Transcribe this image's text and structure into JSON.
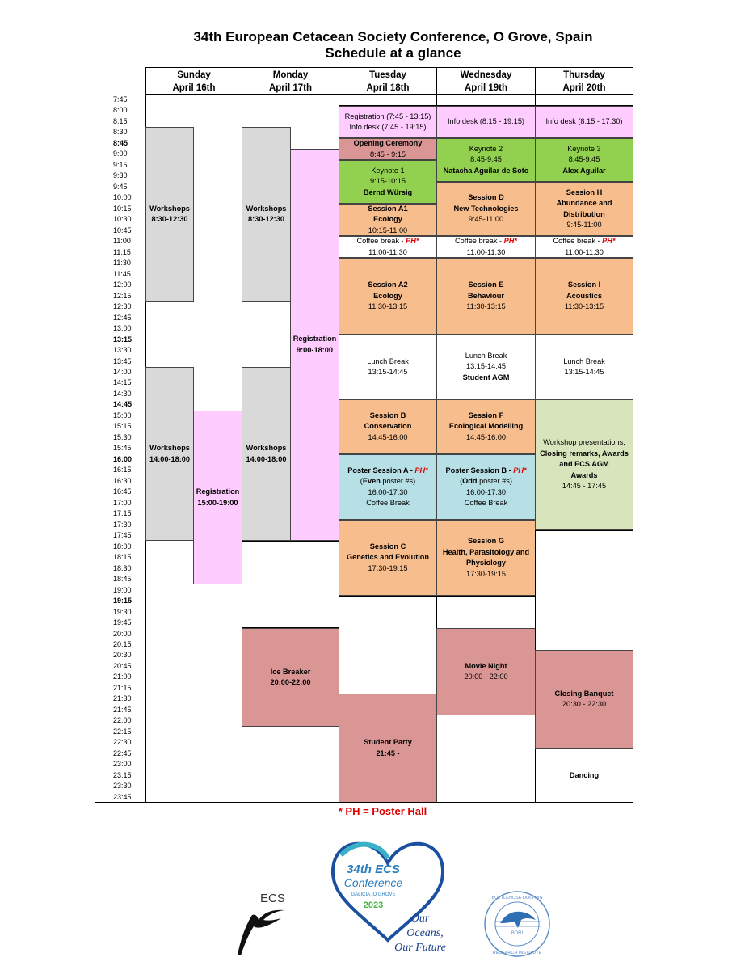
{
  "header": {
    "title_line1": "34th European Cetacean Society Conference, O Grove, Spain",
    "title_line2": "Schedule at a glance"
  },
  "days": [
    {
      "name": "Sunday",
      "date": "April 16th"
    },
    {
      "name": "Monday",
      "date": "April 17th"
    },
    {
      "name": "Tuesday",
      "date": "April 18th"
    },
    {
      "name": "Wednesday",
      "date": "April 19th"
    },
    {
      "name": "Thursday",
      "date": "April 20th"
    }
  ],
  "times": [
    "7:45",
    "8:00",
    "8:15",
    "8:30",
    "8:45",
    "9:00",
    "9:15",
    "9:30",
    "9:45",
    "10:00",
    "10:15",
    "10:30",
    "10:45",
    "11:00",
    "11:15",
    "11:30",
    "11:45",
    "12:00",
    "12:15",
    "12:30",
    "12:45",
    "13:00",
    "13:15",
    "13:30",
    "13:45",
    "14:00",
    "14:15",
    "14:30",
    "14:45",
    "15:00",
    "15:15",
    "15:30",
    "15:45",
    "16:00",
    "16:15",
    "16:30",
    "16:45",
    "17:00",
    "17:15",
    "17:30",
    "17:45",
    "18:00",
    "18:15",
    "18:30",
    "18:45",
    "19:00",
    "19:15",
    "19:30",
    "19:45",
    "20:00",
    "20:15",
    "20:30",
    "20:45",
    "21:00",
    "21:15",
    "21:30",
    "21:45",
    "22:00",
    "22:15",
    "22:30",
    "22:45",
    "23:00",
    "23:15",
    "23:30",
    "23:45"
  ],
  "bold_times": [
    "8:45",
    "13:15",
    "14:45",
    "16:00",
    "19:15"
  ],
  "colors": {
    "workshop": "#d9d9d9",
    "registration": "#ffccff",
    "session": "#f8bd8d",
    "keynote": "#92d050",
    "social": "#da9694",
    "poster": "#b7dfe6",
    "closing": "#d8e4bc",
    "ph_note": "#e00000"
  },
  "events": {
    "sun_ws1": {
      "l1": "Workshops",
      "l2": "8:30-12:30"
    },
    "sun_ws2": {
      "l1": "Workshops",
      "l2": "14:00-18:00"
    },
    "sun_reg": {
      "l1": "Registration",
      "l2": "15:00-19:00"
    },
    "mon_ws1": {
      "l1": "Workshops",
      "l2": "8:30-12:30"
    },
    "mon_ws2": {
      "l1": "Workshops",
      "l2": "14:00-18:00"
    },
    "mon_reg": {
      "l1": "Registration",
      "l2": "9:00-18:00"
    },
    "mon_ice": {
      "l1": "Ice Breaker",
      "l2": "20:00-22:00"
    },
    "tue_reg": {
      "l1": "Registration (7:45 - 13:15)",
      "l2": "Info desk (7:45 - 19:15)"
    },
    "tue_open": {
      "l1": "Opening Ceremony",
      "l2": "8:45 - 9:15"
    },
    "tue_key": {
      "l1": "Keynote 1",
      "l2": "9:15-10:15",
      "l3": "Bernd Würsig"
    },
    "tue_a1": {
      "l1": "Session A1",
      "l2": "Ecology",
      "l3": "10:15-11:00"
    },
    "tue_cb": {
      "l1": "Coffee break - ",
      "ph": "PH*",
      "l2": "11:00-11:30"
    },
    "tue_a2": {
      "l1": "Session A2",
      "l2": "Ecology",
      "l3": "11:30-13:15"
    },
    "tue_lunch": {
      "l1": "Lunch Break",
      "l2": "13:15-14:45"
    },
    "tue_b": {
      "l1": "Session B",
      "l2": "Conservation",
      "l3": "14:45-16:00"
    },
    "tue_post": {
      "l1": "Poster Session A - ",
      "ph": "PH*",
      "l2a": "(",
      "l2b": "Even",
      "l2c": " poster #s)",
      "l3": "16:00-17:30",
      "l4": "Coffee Break"
    },
    "tue_c": {
      "l1": "Session C",
      "l2": "Genetics and Evolution",
      "l3": "17:30-19:15"
    },
    "tue_party": {
      "l1": "Student Party",
      "l2": "21:45 -"
    },
    "wed_info": {
      "l1": "Info desk (8:15 - 19:15)"
    },
    "wed_key": {
      "l1": "Keynote 2",
      "l2": "8:45-9:45",
      "l3": "Natacha Aguilar de Soto"
    },
    "wed_d": {
      "l1": "Session D",
      "l2": "New Technologies",
      "l3": "9:45-11:00"
    },
    "wed_cb": {
      "l1": "Coffee break - ",
      "ph": "PH*",
      "l2": "11:00-11:30"
    },
    "wed_e": {
      "l1": "Session E",
      "l2": "Behaviour",
      "l3": "11:30-13:15"
    },
    "wed_lunch": {
      "l1": "Lunch Break",
      "l2": "13:15-14:45",
      "l3": "Student AGM"
    },
    "wed_f": {
      "l1": "Session F",
      "l2": "Ecological Modelling",
      "l3": "14:45-16:00"
    },
    "wed_post": {
      "l1": "Poster Session B - ",
      "ph": "PH*",
      "l2a": "(",
      "l2b": "Odd",
      "l2c": " poster #s)",
      "l3": "16:00-17:30",
      "l4": "Coffee Break"
    },
    "wed_g": {
      "l1": "Session G",
      "l2": "Health, Parasitology and",
      "l3": "Physiology",
      "l4": "17:30-19:15"
    },
    "wed_movie": {
      "l1": "Movie Night",
      "l2": "20:00 - 22:00"
    },
    "thu_info": {
      "l1": "Info desk (8:15 - 17:30)"
    },
    "thu_key": {
      "l1": "Keynote 3",
      "l2": "8:45-9:45",
      "l3": "Alex Aguilar"
    },
    "thu_h": {
      "l1": "Session H",
      "l2": "Abundance and",
      "l3": "Distribution",
      "l4": "9:45-11:00"
    },
    "thu_cb": {
      "l1": "Coffee break - ",
      "ph": "PH*",
      "l2": "11:00-11:30"
    },
    "thu_i": {
      "l1": "Session I",
      "l2": "Acoustics",
      "l3": "11:30-13:15"
    },
    "thu_lunch": {
      "l1": "Lunch Break",
      "l2": "13:15-14:45"
    },
    "thu_ws": {
      "l1": "Workshop presentations,",
      "l2": "Closing remarks, Awards",
      "l3": "and ECS AGM",
      "l4": "Awards",
      "l5": "14:45 - 17:45"
    },
    "thu_banquet": {
      "l1": "Closing Banquet",
      "l2": "20:30 - 22:30"
    },
    "thu_dance": {
      "l1": "Dancing"
    }
  },
  "footer_note": "* PH = Poster Hall",
  "logos": {
    "ecs": {
      "text": "ECS"
    },
    "conference": {
      "l1": "34th ECS",
      "l2": "Conference",
      "l3": "GALICIA, O GROVE",
      "l4": "2023",
      "t1": "Our",
      "t2": "Oceans,",
      "t3": "Our Future"
    },
    "bdri": {
      "top": "BOTTLENOSE DOLPHIN",
      "mid": "BDRI",
      "bottom": "RESEARCH INSTITUTE"
    }
  }
}
